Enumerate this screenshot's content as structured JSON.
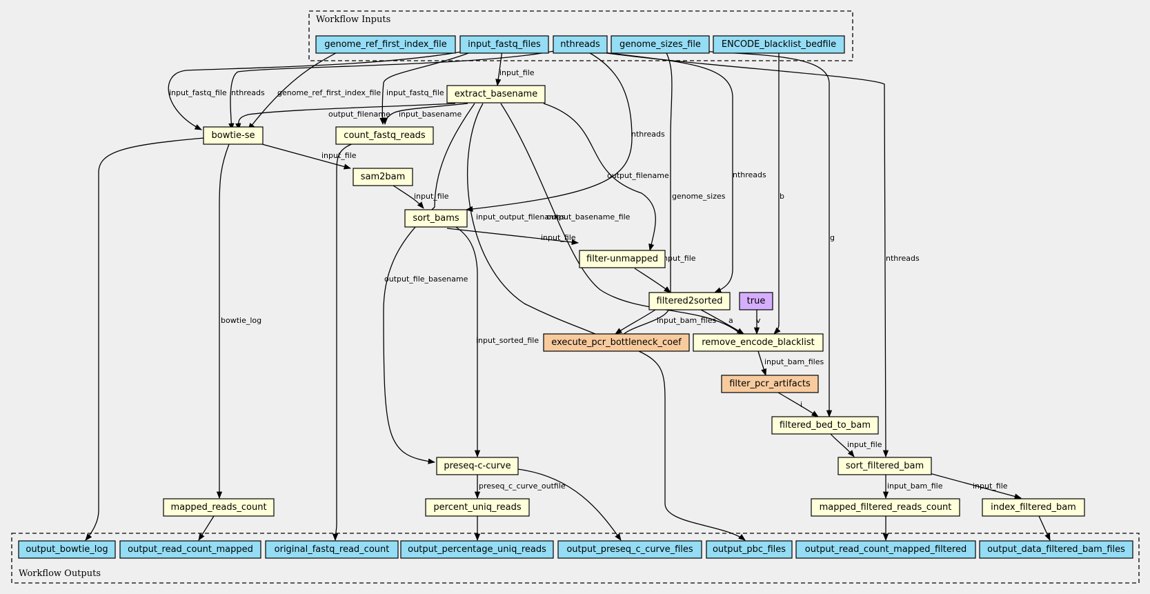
{
  "clusters": {
    "inputs": "Workflow Inputs",
    "outputs": "Workflow Outputs"
  },
  "colors": {
    "io": "#94ddf4",
    "step": "#ffffd9",
    "special": "#f7cb9e",
    "default": "#d5aefc"
  },
  "nodes": [
    {
      "id": "genome_ref",
      "label": "genome_ref_first_index_file",
      "kind": "io"
    },
    {
      "id": "input_fastq",
      "label": "input_fastq_files",
      "kind": "io"
    },
    {
      "id": "nthreads",
      "label": "nthreads",
      "kind": "io"
    },
    {
      "id": "genome_sizes",
      "label": "genome_sizes_file",
      "kind": "io"
    },
    {
      "id": "blacklist",
      "label": "ENCODE_blacklist_bedfile",
      "kind": "io"
    },
    {
      "id": "extract_basename",
      "label": "extract_basename",
      "kind": "step"
    },
    {
      "id": "bowtie",
      "label": "bowtie-se",
      "kind": "step"
    },
    {
      "id": "count_fastq",
      "label": "count_fastq_reads",
      "kind": "step"
    },
    {
      "id": "sam2bam",
      "label": "sam2bam",
      "kind": "step"
    },
    {
      "id": "sort_bams",
      "label": "sort_bams",
      "kind": "step"
    },
    {
      "id": "filter_unmapped",
      "label": "filter-unmapped",
      "kind": "step"
    },
    {
      "id": "filtered2sorted",
      "label": "filtered2sorted",
      "kind": "step"
    },
    {
      "id": "true_node",
      "label": "true",
      "kind": "default"
    },
    {
      "id": "pcr_bottleneck",
      "label": "execute_pcr_bottleneck_coef",
      "kind": "special"
    },
    {
      "id": "remove_blacklist",
      "label": "remove_encode_blacklist",
      "kind": "step"
    },
    {
      "id": "filter_pcr",
      "label": "filter_pcr_artifacts",
      "kind": "special"
    },
    {
      "id": "filtered_bed",
      "label": "filtered_bed_to_bam",
      "kind": "step"
    },
    {
      "id": "sort_filtered",
      "label": "sort_filtered_bam",
      "kind": "step"
    },
    {
      "id": "preseq",
      "label": "preseq-c-curve",
      "kind": "step"
    },
    {
      "id": "mapped_reads",
      "label": "mapped_reads_count",
      "kind": "step"
    },
    {
      "id": "percent_uniq",
      "label": "percent_uniq_reads",
      "kind": "step"
    },
    {
      "id": "mapped_filtered",
      "label": "mapped_filtered_reads_count",
      "kind": "step"
    },
    {
      "id": "index_filtered",
      "label": "index_filtered_bam",
      "kind": "step"
    },
    {
      "id": "out_bowtie_log",
      "label": "output_bowtie_log",
      "kind": "io"
    },
    {
      "id": "out_read_count",
      "label": "output_read_count_mapped",
      "kind": "io"
    },
    {
      "id": "out_orig_fastq",
      "label": "original_fastq_read_count",
      "kind": "io"
    },
    {
      "id": "out_pct_uniq",
      "label": "output_percentage_uniq_reads",
      "kind": "io"
    },
    {
      "id": "out_preseq",
      "label": "output_preseq_c_curve_files",
      "kind": "io"
    },
    {
      "id": "out_pbc",
      "label": "output_pbc_files",
      "kind": "io"
    },
    {
      "id": "out_read_count_filt",
      "label": "output_read_count_mapped_filtered",
      "kind": "io"
    },
    {
      "id": "out_filtered_bam",
      "label": "output_data_filtered_bam_files",
      "kind": "io"
    }
  ],
  "edges": [
    {
      "id": "e1",
      "label": "input_fastq_file"
    },
    {
      "id": "e2",
      "label": "nthreads"
    },
    {
      "id": "e3",
      "label": "genome_ref_first_index_file"
    },
    {
      "id": "e4",
      "label": "input_fastq_file"
    },
    {
      "id": "e5",
      "label": "input_file"
    },
    {
      "id": "e6",
      "label": "output_filename"
    },
    {
      "id": "e7",
      "label": "input_basename"
    },
    {
      "id": "e8",
      "label": "input_file"
    },
    {
      "id": "e9",
      "label": "input_file"
    },
    {
      "id": "e10",
      "label": "nthreads"
    },
    {
      "id": "e11",
      "label": "output_filename"
    },
    {
      "id": "e12",
      "label": "input_output_filenames"
    },
    {
      "id": "e13",
      "label": "output_basename_file"
    },
    {
      "id": "e14",
      "label": "output_file_basename"
    },
    {
      "id": "e15",
      "label": "input_file"
    },
    {
      "id": "e16",
      "label": "input_sorted_file"
    },
    {
      "id": "e17",
      "label": "input_file"
    },
    {
      "id": "e18",
      "label": "nthreads"
    },
    {
      "id": "e19",
      "label": "genome_sizes"
    },
    {
      "id": "e20",
      "label": "input_bam_files"
    },
    {
      "id": "e21",
      "label": "a"
    },
    {
      "id": "e22",
      "label": "v"
    },
    {
      "id": "e23",
      "label": "b"
    },
    {
      "id": "e24",
      "label": "input_bam_files"
    },
    {
      "id": "e25",
      "label": "i"
    },
    {
      "id": "e26",
      "label": "g"
    },
    {
      "id": "e27",
      "label": "input_file"
    },
    {
      "id": "e28",
      "label": "nthreads"
    },
    {
      "id": "e29",
      "label": "input_bam_file"
    },
    {
      "id": "e30",
      "label": "input_file"
    },
    {
      "id": "e31",
      "label": "preseq_c_curve_outfile"
    },
    {
      "id": "e32",
      "label": "bowtie_log"
    },
    {
      "id": "e33",
      "label": ""
    },
    {
      "id": "e34",
      "label": ""
    },
    {
      "id": "e35",
      "label": ""
    },
    {
      "id": "e36",
      "label": ""
    },
    {
      "id": "e37",
      "label": ""
    },
    {
      "id": "e38",
      "label": ""
    },
    {
      "id": "e39",
      "label": ""
    },
    {
      "id": "e40",
      "label": ""
    },
    {
      "id": "e41",
      "label": ""
    }
  ]
}
